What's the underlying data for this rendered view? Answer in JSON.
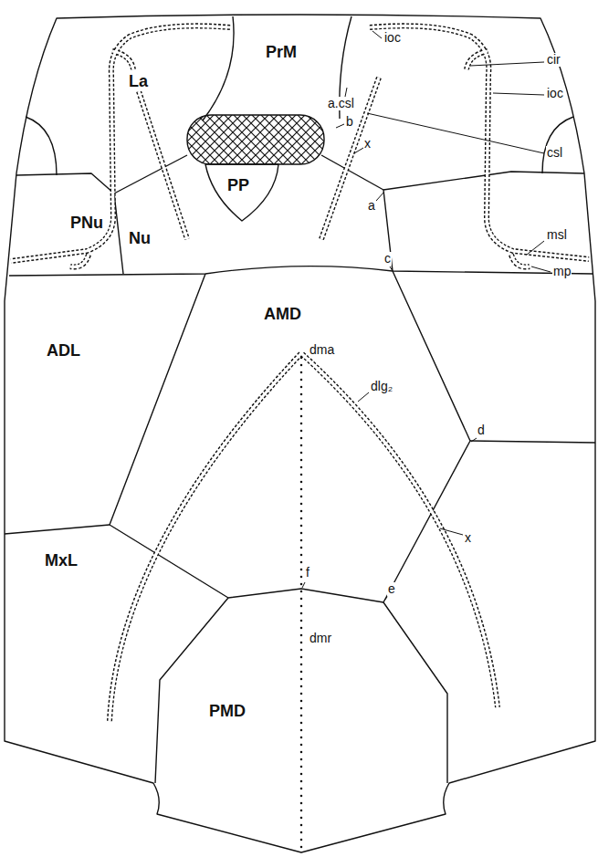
{
  "diagram": {
    "labels": [
      "PrM",
      "ioc",
      "La",
      "a.csl",
      "cir",
      "ioc",
      "b",
      "csl",
      "x",
      "PP",
      "a",
      "msl",
      "mp",
      "PNu",
      "Nu",
      "c",
      "ADL",
      "AMD",
      "dma",
      "dlg₂",
      "d",
      "MxL",
      "x",
      "f",
      "e",
      "dmr",
      "PMD"
    ]
  }
}
